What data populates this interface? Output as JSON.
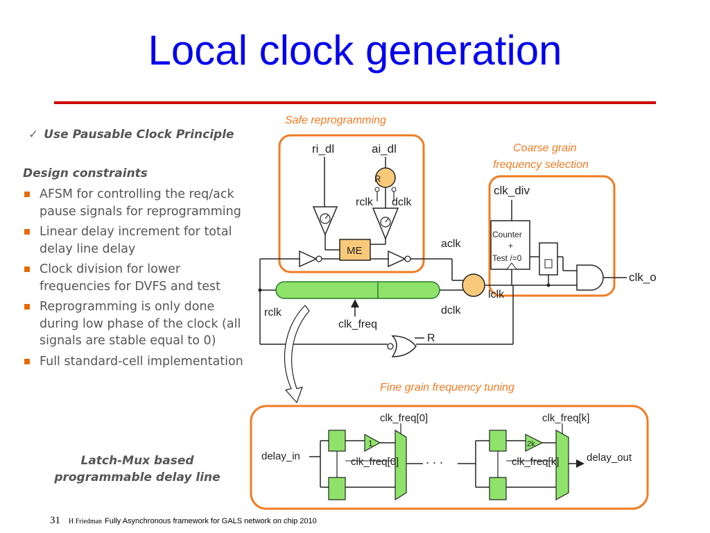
{
  "slide": {
    "title": "Local clock generation",
    "page_number": "31",
    "footer_author": "H Friedman",
    "footer_text": "Fully Asynchronous framework for GALS network on chip 2010"
  },
  "left_panel": {
    "use_principle": "Use Pausable Clock Principle",
    "constraints_heading": "Design constraints",
    "bullets": [
      "AFSM for controlling the req/ack pause signals for reprogramming",
      "Linear delay increment for total delay line delay",
      "Clock division for lower frequencies for DVFS and test",
      "Reprogramming is only done during low phase of the clock (all signals are stable equal to 0)",
      "Full standard-cell implementation"
    ],
    "latch_mux_line1": "Latch-Mux based",
    "latch_mux_line2": "programmable delay line"
  },
  "diagram": {
    "safe_reprogramming": "Safe reprogramming",
    "coarse_line1": "Coarse grain",
    "coarse_line2": "frequency selection",
    "fine_grain": "Fine grain frequency tuning",
    "ri_dl": "ri_dl",
    "ai_dl": "ai_dl",
    "r_gate": "R",
    "rclk_top": "rclk",
    "dclk_top": "dclk",
    "me": "ME",
    "aclk": "aclk",
    "clk_div": "clk_div",
    "counter": "Counter",
    "plus": "+",
    "test": "Test /=0",
    "clk_o": "clk_o",
    "iclk": "lclk",
    "rclk_left": "rclk",
    "clk_freq": "clk_freq",
    "dclk_bottom": "dclk",
    "r_nor": "R",
    "clk_freq0_top": "clk_freq[0]",
    "clk_freqk_top": "clk_freq[k]",
    "delay_in": "delay_in",
    "clk_freq0_mid": "clk_freq[0]",
    "clk_freqk_mid": "clk_freq[k]",
    "dots": ". . .",
    "delay_out": "delay_out",
    "buf1": "1",
    "bufk": "2k"
  },
  "colors": {
    "title_blue": "#0000ee",
    "rule_red": "#cc0000",
    "orange": "#f07b22",
    "green": "#8fe36a",
    "yellow": "#f9c97a"
  }
}
